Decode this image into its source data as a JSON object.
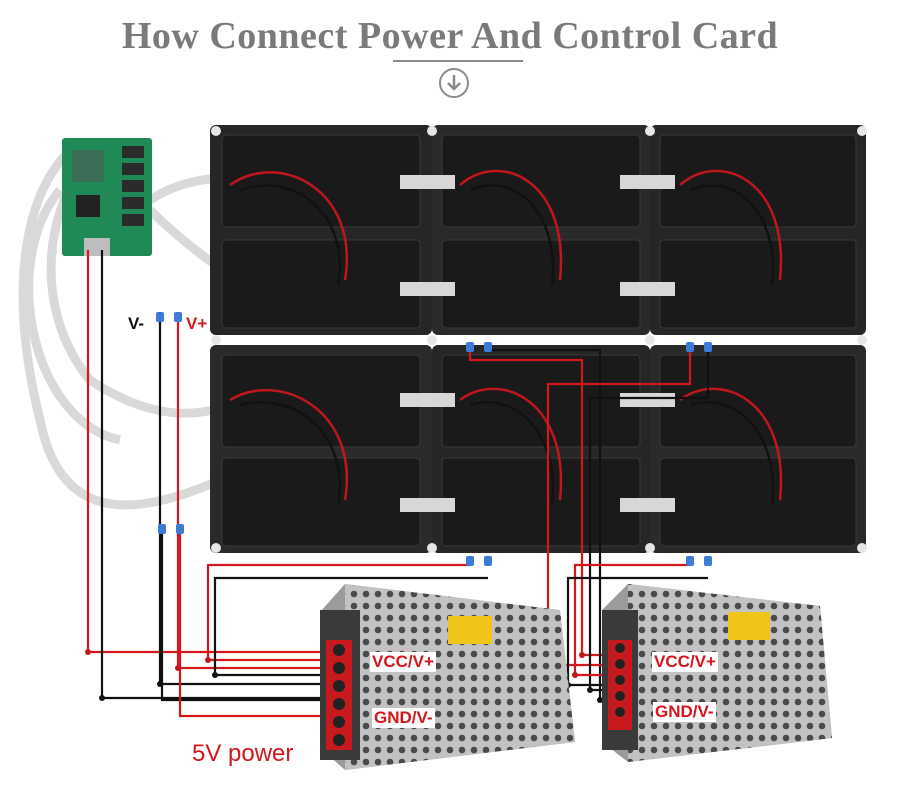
{
  "header": {
    "title": "How Connect Power And Control Card"
  },
  "icons": {
    "down": "down-arrow-circle-icon"
  },
  "labels": {
    "v_minus": "V-",
    "v_plus": "V+",
    "vcc_left": "VCC/V+",
    "gnd_left": "GND/V-",
    "vcc_right": "VCC/V+",
    "gnd_right": "GND/V-",
    "power": "5V power"
  },
  "colors": {
    "positive_wire": "#d4161d",
    "negative_wire": "#111111",
    "panel": "#2a2a2a",
    "control_card": "#1f8a55",
    "psu": "#b9b9b9",
    "title": "#7a7a7a"
  }
}
